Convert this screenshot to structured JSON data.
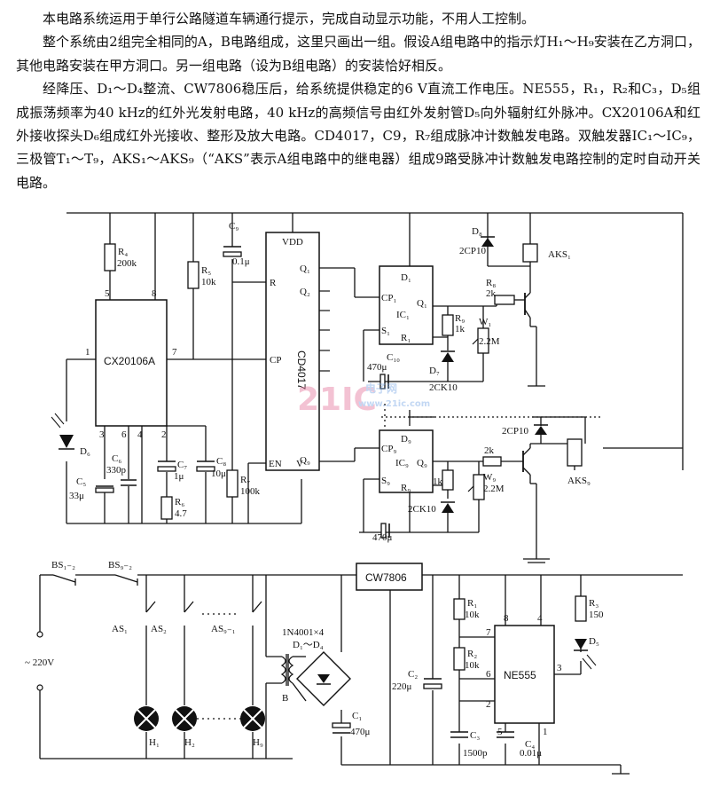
{
  "text": {
    "p1": "本电路系统运用于单行公路隧道车辆通行提示，完成自动显示功能，不用人工控制。",
    "p2": "整个系统由2组完全相同的A，B电路组成，这里只画出一组。假设A组电路中的指示灯H₁～H₉安装在乙方洞口，其他电路安装在甲方洞口。另一组电路（设为B组电路）的安装恰好相反。",
    "p3": "经降压、D₁～D₄整流、CW7806稳压后，给系统提供稳定的6 V直流工作电压。NE555，R₁，R₂和C₃，D₅组成振荡频率为40 kHz的红外光发射电路，40 kHz的高频信号由红外发射管D₅向外辐射红外脉冲。CX20106A和红外接收探头D₆组成红外光接收、整形及放大电路。CD4017，C9，R₇组成脉冲计数触发电路。双触发器IC₁～IC₉，三极管T₁～T₉，AKS₁～AKS₉（“AKS”表示A组电路中的继电器）组成9路受脉冲计数触发电路控制的定时自动开关电路。"
  },
  "labels": {
    "cx20106a": "CX20106A",
    "cx_pin1": "1",
    "cx_pin3": "3",
    "cx_pin6": "6",
    "cx_pin4": "4",
    "cx_pin2": "2",
    "cx_pin5": "5",
    "cx_pin8": "8",
    "cx_pin7": "7",
    "r4": "R₄",
    "r4_val": "200k",
    "c6": "C₆",
    "c6_val": "330p",
    "c5": "C₅",
    "c5_val": "33μ",
    "d6": "D₆",
    "c7": "C₇",
    "c7_val": "1μ",
    "r6": "R₆",
    "r6_val": "4.7",
    "c8": "C₈",
    "c8_val": "10μ",
    "r5": "R₅",
    "r5_val": "10k",
    "c9": "C₉",
    "c9_val": "0.1μ",
    "r7": "R₇",
    "r7_val": "100k",
    "cd4017": "CD4017",
    "vdd": "VDD",
    "pin_r": "R",
    "pin_cp": "CP",
    "pin_en": "EN",
    "pin_vss": "V",
    "q1": "Q₁",
    "q2": "Q₂",
    "q9": "Q₉",
    "ic1": "IC₁",
    "ic1_d": "D₁",
    "ic1_cp": "CP₁",
    "ic1_q": "Q₁",
    "ic1_s": "S₁",
    "ic1_r": "R₁",
    "ic9": "IC₉",
    "ic9_d": "D₉",
    "ic9_cp": "CP₉",
    "ic9_q": "Q₉",
    "ic9_s": "S₉",
    "ic9_r": "R₉",
    "d8": "D₈",
    "d8_val": "2CP10",
    "d9_top": "2CP10",
    "aks1": "AKS₁",
    "aks9": "AKS₉",
    "r8": "R₈",
    "r8_val": "2k",
    "r10_val": "2k",
    "r9": "R₉",
    "r9_val": "1k",
    "r11_val": "1k",
    "w1": "W₁",
    "w1_val": "2.2M",
    "w9": "W₉",
    "w9_val": "2.2M",
    "d7": "D₇",
    "d7_val": "2CK10",
    "d10_val": "2CK10",
    "c10": "C₁₀",
    "c10_val": "470μ",
    "c11_val": "470μ",
    "bs1": "BS₁₋₂",
    "bs9": "BS₉₋₂",
    "as1": "AS₁",
    "as2": "AS₂",
    "as9": "AS₉₋₁",
    "mains": "~ 220V",
    "h1": "H₁",
    "h2": "H₂",
    "h9": "H₉",
    "diodes": "1N4001×4",
    "diodes2": "D₁～D₄",
    "transformer": "B",
    "cw7806": "CW7806",
    "c1": "C₁",
    "c1_val": "470μ",
    "c2": "C₂",
    "c2_val": "220μ",
    "r1": "R₁",
    "r1_val": "10k",
    "r2": "R₂",
    "r2_val": "10k",
    "r3": "R₃",
    "r3_val": "150",
    "c3": "C₃",
    "c3_val": "1500p",
    "c4": "C₄",
    "c4_val": "0.01μ",
    "ne555": "NE555",
    "ne_pin8": "8",
    "ne_pin4": "4",
    "ne_pin7": "7",
    "ne_pin6": "6",
    "ne_pin2": "2",
    "ne_pin3": "3",
    "ne_pin5": "5",
    "ne_pin1": "1",
    "d5": "D₅",
    "wm_brand": "21IC",
    "wm_cn": "电子网",
    "wm_url": "www.21ic.com"
  }
}
